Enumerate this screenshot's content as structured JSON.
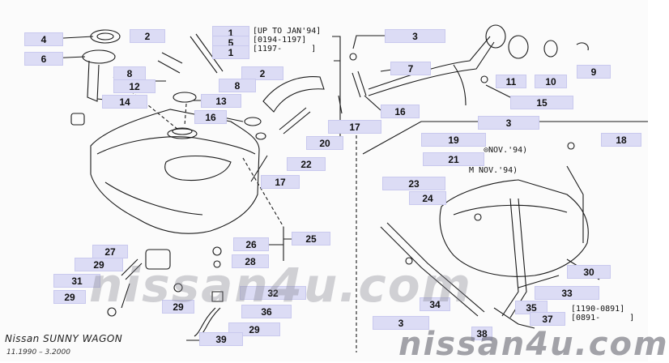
{
  "vehicle": {
    "model": "Nissan SUNNY WAGON",
    "production_range": "11.1990  –  3.2000"
  },
  "watermark": {
    "center_text": "nissan4u.com",
    "bottom_text": "nissan4u.com"
  },
  "notes": {
    "range_top": "[UP TO JAN'94]\n[0194-1197]\n[1197-      ]",
    "nov94_after": "⊙NOV.'94)",
    "nov94_before": "M NOV.'94)",
    "range_bottom": "[1190-0891]\n[0891-      ]"
  },
  "callouts": [
    {
      "id": "c4",
      "label": "4"
    },
    {
      "id": "c6",
      "label": "6"
    },
    {
      "id": "c2a",
      "label": "2"
    },
    {
      "id": "c8a",
      "label": "8"
    },
    {
      "id": "c12",
      "label": "12"
    },
    {
      "id": "c14",
      "label": "14"
    },
    {
      "id": "c1a",
      "label": "1"
    },
    {
      "id": "c5",
      "label": "5"
    },
    {
      "id": "c1b",
      "label": "1"
    },
    {
      "id": "c2b",
      "label": "2"
    },
    {
      "id": "c8b",
      "label": "8"
    },
    {
      "id": "c13",
      "label": "13"
    },
    {
      "id": "c16a",
      "label": "16"
    },
    {
      "id": "c3a",
      "label": "3"
    },
    {
      "id": "c7",
      "label": "7"
    },
    {
      "id": "c11",
      "label": "11"
    },
    {
      "id": "c10",
      "label": "10"
    },
    {
      "id": "c9",
      "label": "9"
    },
    {
      "id": "c16b",
      "label": "16"
    },
    {
      "id": "c15",
      "label": "15"
    },
    {
      "id": "c17a",
      "label": "17"
    },
    {
      "id": "c20",
      "label": "20"
    },
    {
      "id": "c22",
      "label": "22"
    },
    {
      "id": "c17b",
      "label": "17"
    },
    {
      "id": "c3b",
      "label": "3"
    },
    {
      "id": "c19",
      "label": "19"
    },
    {
      "id": "c18",
      "label": "18"
    },
    {
      "id": "c21",
      "label": "21"
    },
    {
      "id": "c23",
      "label": "23"
    },
    {
      "id": "c24",
      "label": "24"
    },
    {
      "id": "c25",
      "label": "25"
    },
    {
      "id": "c26",
      "label": "26"
    },
    {
      "id": "c28",
      "label": "28"
    },
    {
      "id": "c27",
      "label": "27"
    },
    {
      "id": "c29a",
      "label": "29"
    },
    {
      "id": "c31",
      "label": "31"
    },
    {
      "id": "c29b",
      "label": "29"
    },
    {
      "id": "c29c",
      "label": "29"
    },
    {
      "id": "c32",
      "label": "32"
    },
    {
      "id": "c36",
      "label": "36"
    },
    {
      "id": "c29d",
      "label": "29"
    },
    {
      "id": "c39",
      "label": "39"
    },
    {
      "id": "c30",
      "label": "30"
    },
    {
      "id": "c33",
      "label": "33"
    },
    {
      "id": "c34",
      "label": "34"
    },
    {
      "id": "c35",
      "label": "35"
    },
    {
      "id": "c37",
      "label": "37"
    },
    {
      "id": "c3c",
      "label": "3"
    },
    {
      "id": "c38",
      "label": "38"
    }
  ],
  "colors": {
    "callout_bg": "#dcdcf5",
    "line": "#1a1a1a"
  }
}
